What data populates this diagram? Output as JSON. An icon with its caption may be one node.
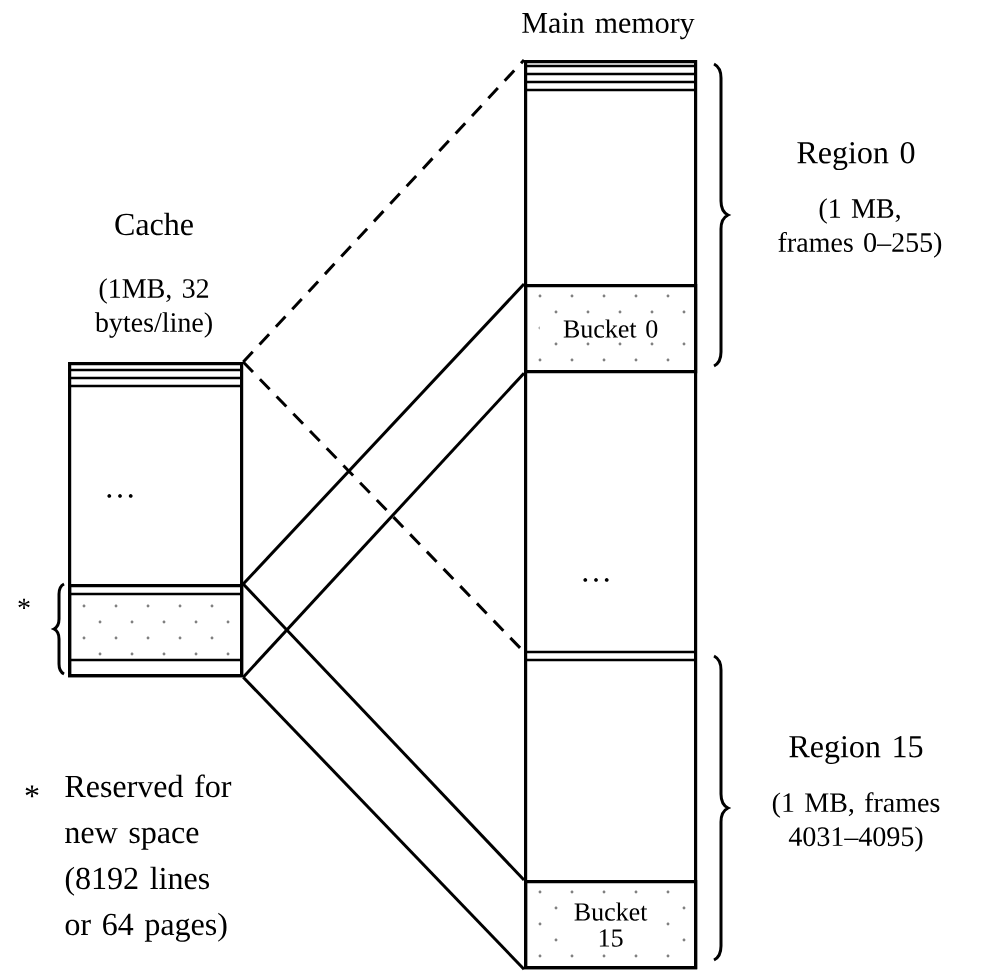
{
  "diagram": {
    "nodes": [
      {
        "text": [
          "Cache",
          "(1MB, 32 bytes/line)"
        ]
      },
      {
        "text": [],
        "shape": "box",
        "in": 0
      },
      {
        "text": [
          "Main memory"
        ]
      },
      {
        "text": [
          "Bucket 0"
        ],
        "in": 2
      },
      {
        "text": [
          "Bucket 15"
        ],
        "in": 2
      }
    ],
    "edges": [
      {
        "from": 0,
        "to": 2,
        "arrow": "none",
        "style": "dashed"
      },
      {
        "from": 0,
        "to": 2,
        "arrow": "none",
        "style": "dashed"
      },
      {
        "from": 1,
        "to": 3,
        "arrow": "none"
      },
      {
        "from": 1,
        "to": 3,
        "arrow": "none"
      },
      {
        "from": 1,
        "to": 4,
        "arrow": "none"
      },
      {
        "from": 1,
        "to": 4,
        "arrow": "none"
      }
    ],
    "labels": [
      "Region 0",
      "(1 MB, frames 0–255)",
      "…",
      "…",
      "*",
      "Region 15",
      "(1 MB, frames 4031–4095)",
      "*",
      "Reserved for new space (8192 lines or 64 pages)"
    ]
  }
}
